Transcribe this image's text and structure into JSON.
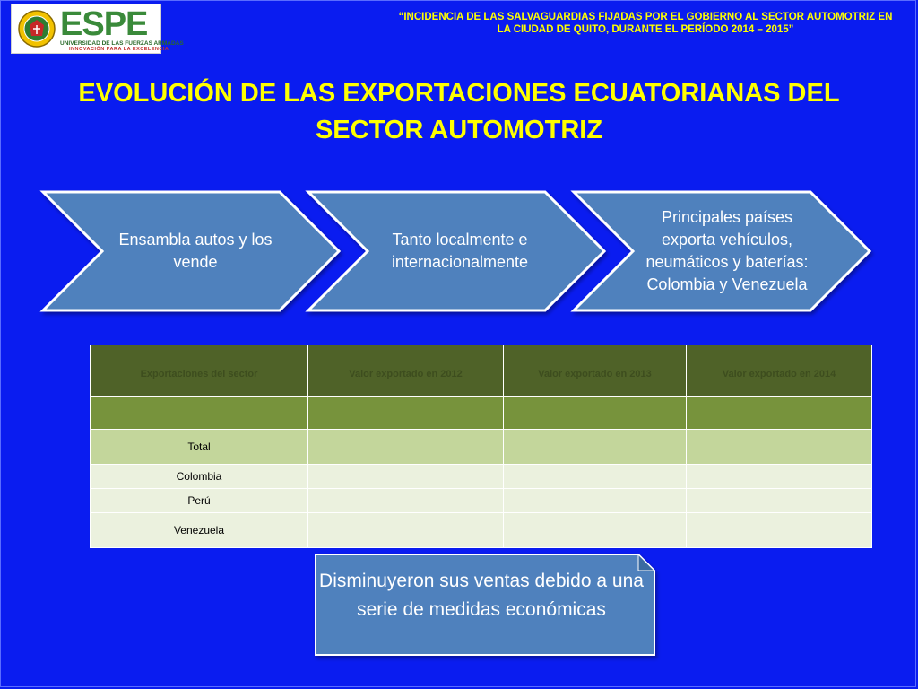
{
  "header": {
    "logo_word": "ESPE",
    "logo_subtitle": "UNIVERSIDAD DE LAS FUERZAS ARMADAS",
    "logo_motto": "INNOVACIÓN PARA LA EXCELENCIA",
    "project_title": "“INCIDENCIA DE LAS SALVAGUARDIAS FIJADAS POR EL GOBIERNO AL SECTOR AUTOMOTRIZ EN LA CIUDAD DE QUITO, DURANTE EL PERÍODO 2014 – 2015”"
  },
  "slide": {
    "title": "EVOLUCIÓN DE LAS EXPORTACIONES ECUATORIANAS DEL SECTOR AUTOMOTRIZ"
  },
  "process": {
    "steps": [
      {
        "label": "Ensambla autos y los vende"
      },
      {
        "label": "Tanto localmente e internacionalmente"
      },
      {
        "label": "Principales países exporta vehículos, neumáticos y baterías: Colombia y Venezuela"
      }
    ]
  },
  "table": {
    "headers": [
      "Exportaciones del sector",
      "Valor exportado en 2012",
      "Valor exportado en 2013",
      "Valor exportado en 2014"
    ],
    "rows": [
      [
        "Total",
        "",
        "",
        ""
      ],
      [
        "Colombia",
        "",
        "",
        ""
      ],
      [
        "Perú",
        "",
        "",
        ""
      ],
      [
        "Venezuela",
        "",
        "",
        ""
      ]
    ]
  },
  "note": {
    "text": "Disminuyeron sus ventas debido a una serie de medidas económicas"
  },
  "colors": {
    "background": "#0a1cf0",
    "title": "#ffff00",
    "chevron_fill": "#4f81bd",
    "table_header": "#4f6228",
    "table_band": "#77933c"
  }
}
